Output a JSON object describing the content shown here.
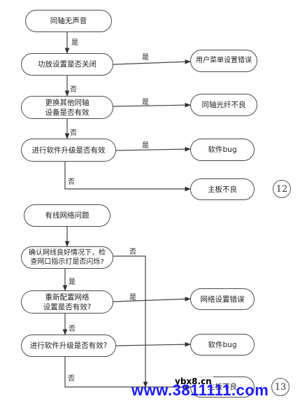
{
  "diagram12": {
    "start": "同轴无声音",
    "yes1": "是",
    "q1": "功放设置是否关闭",
    "q1_yes": "是",
    "r1": "用户菜单设置错误",
    "no1": "否",
    "q2": "更换其他同轴\n设备是否有效",
    "q2_yes": "是",
    "r2": "同轴光纤不良",
    "no2": "否",
    "q3": "进行软件升级是否有效",
    "q3_yes": "是",
    "r3": "软件bug",
    "no3": "否",
    "r4": "主板不良",
    "number": "12"
  },
  "diagram13": {
    "start": "有线网络问题",
    "q1": "确认网线良好情况下，检\n查网口指示灯是否闪烁?",
    "q1_no": "否",
    "yes1": "是",
    "q2": "重新配置网络\n设置是否有效?",
    "q2_yes": "是",
    "r1": "网络设置错误",
    "no2": "否",
    "q3": "进行软件升级是否有效?",
    "r2": "软件bug",
    "no3": "否",
    "r3": "主板不良",
    "number": "13"
  },
  "watermark": {
    "small": "ybx8.cn",
    "large": "www.3811111.com"
  }
}
